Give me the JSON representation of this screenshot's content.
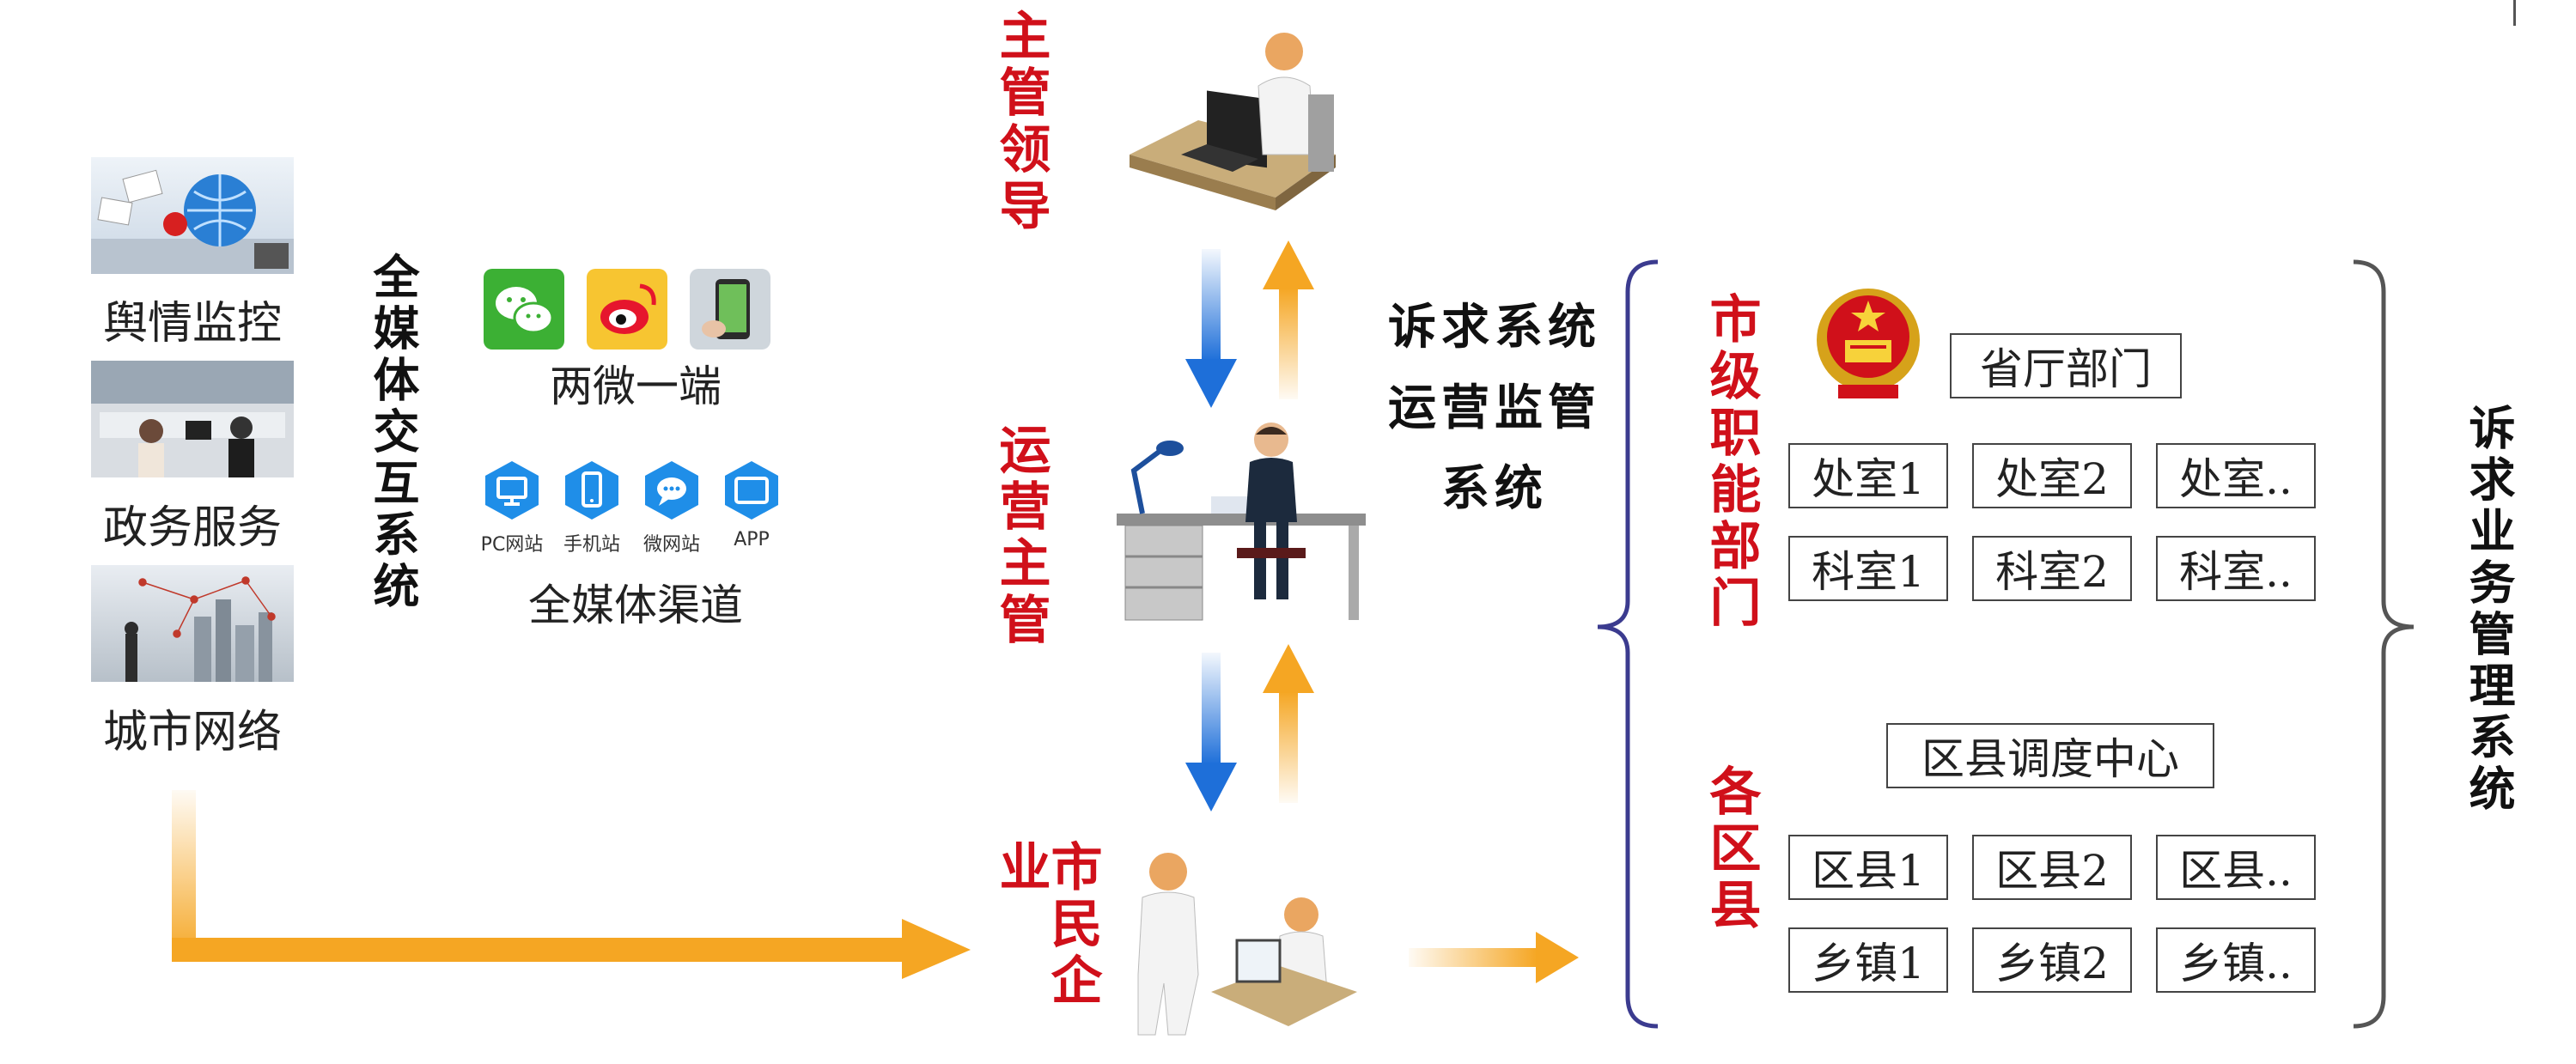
{
  "sources": [
    {
      "label": "舆情监控",
      "icon": "globe-monitor-icon"
    },
    {
      "label": "政务服务",
      "icon": "service-hall-photo"
    },
    {
      "label": "城市网络",
      "icon": "city-network-photo"
    }
  ],
  "media_system_title": "全媒体交互系统",
  "two_micro_one_end": "两微一端",
  "channels": [
    {
      "label": "PC网站",
      "icon": "monitor-icon"
    },
    {
      "label": "手机站",
      "icon": "phone-icon"
    },
    {
      "label": "微网站",
      "icon": "chat-bubble-icon"
    },
    {
      "label": "APP",
      "icon": "tablet-icon"
    }
  ],
  "channels_title": "全媒体渠道",
  "roles": {
    "leader": "主管领导",
    "operator": "运营主管",
    "citizen": "市民企业"
  },
  "ops_system": [
    "诉求系统",
    "运营监管",
    "系统"
  ],
  "city_dept": {
    "title": "市级职能部门",
    "top": "省厅部门",
    "rows": [
      [
        "处室1",
        "处室2",
        "处室.."
      ],
      [
        "科室1",
        "科室2",
        "科室.."
      ]
    ]
  },
  "district": {
    "title": "各区县",
    "top": "区县调度中心",
    "rows": [
      [
        "区县1",
        "区县2",
        "区县.."
      ],
      [
        "乡镇1",
        "乡镇2",
        "乡镇.."
      ]
    ]
  },
  "right_system_title": "诉求业务管理系统",
  "colors": {
    "accent_red": "#d0101a",
    "arrow_orange": "#f5a623",
    "arrow_blue": "#1e6fd9",
    "brace": "#3b3b8f",
    "channel_blue": "#1f8ee8"
  }
}
